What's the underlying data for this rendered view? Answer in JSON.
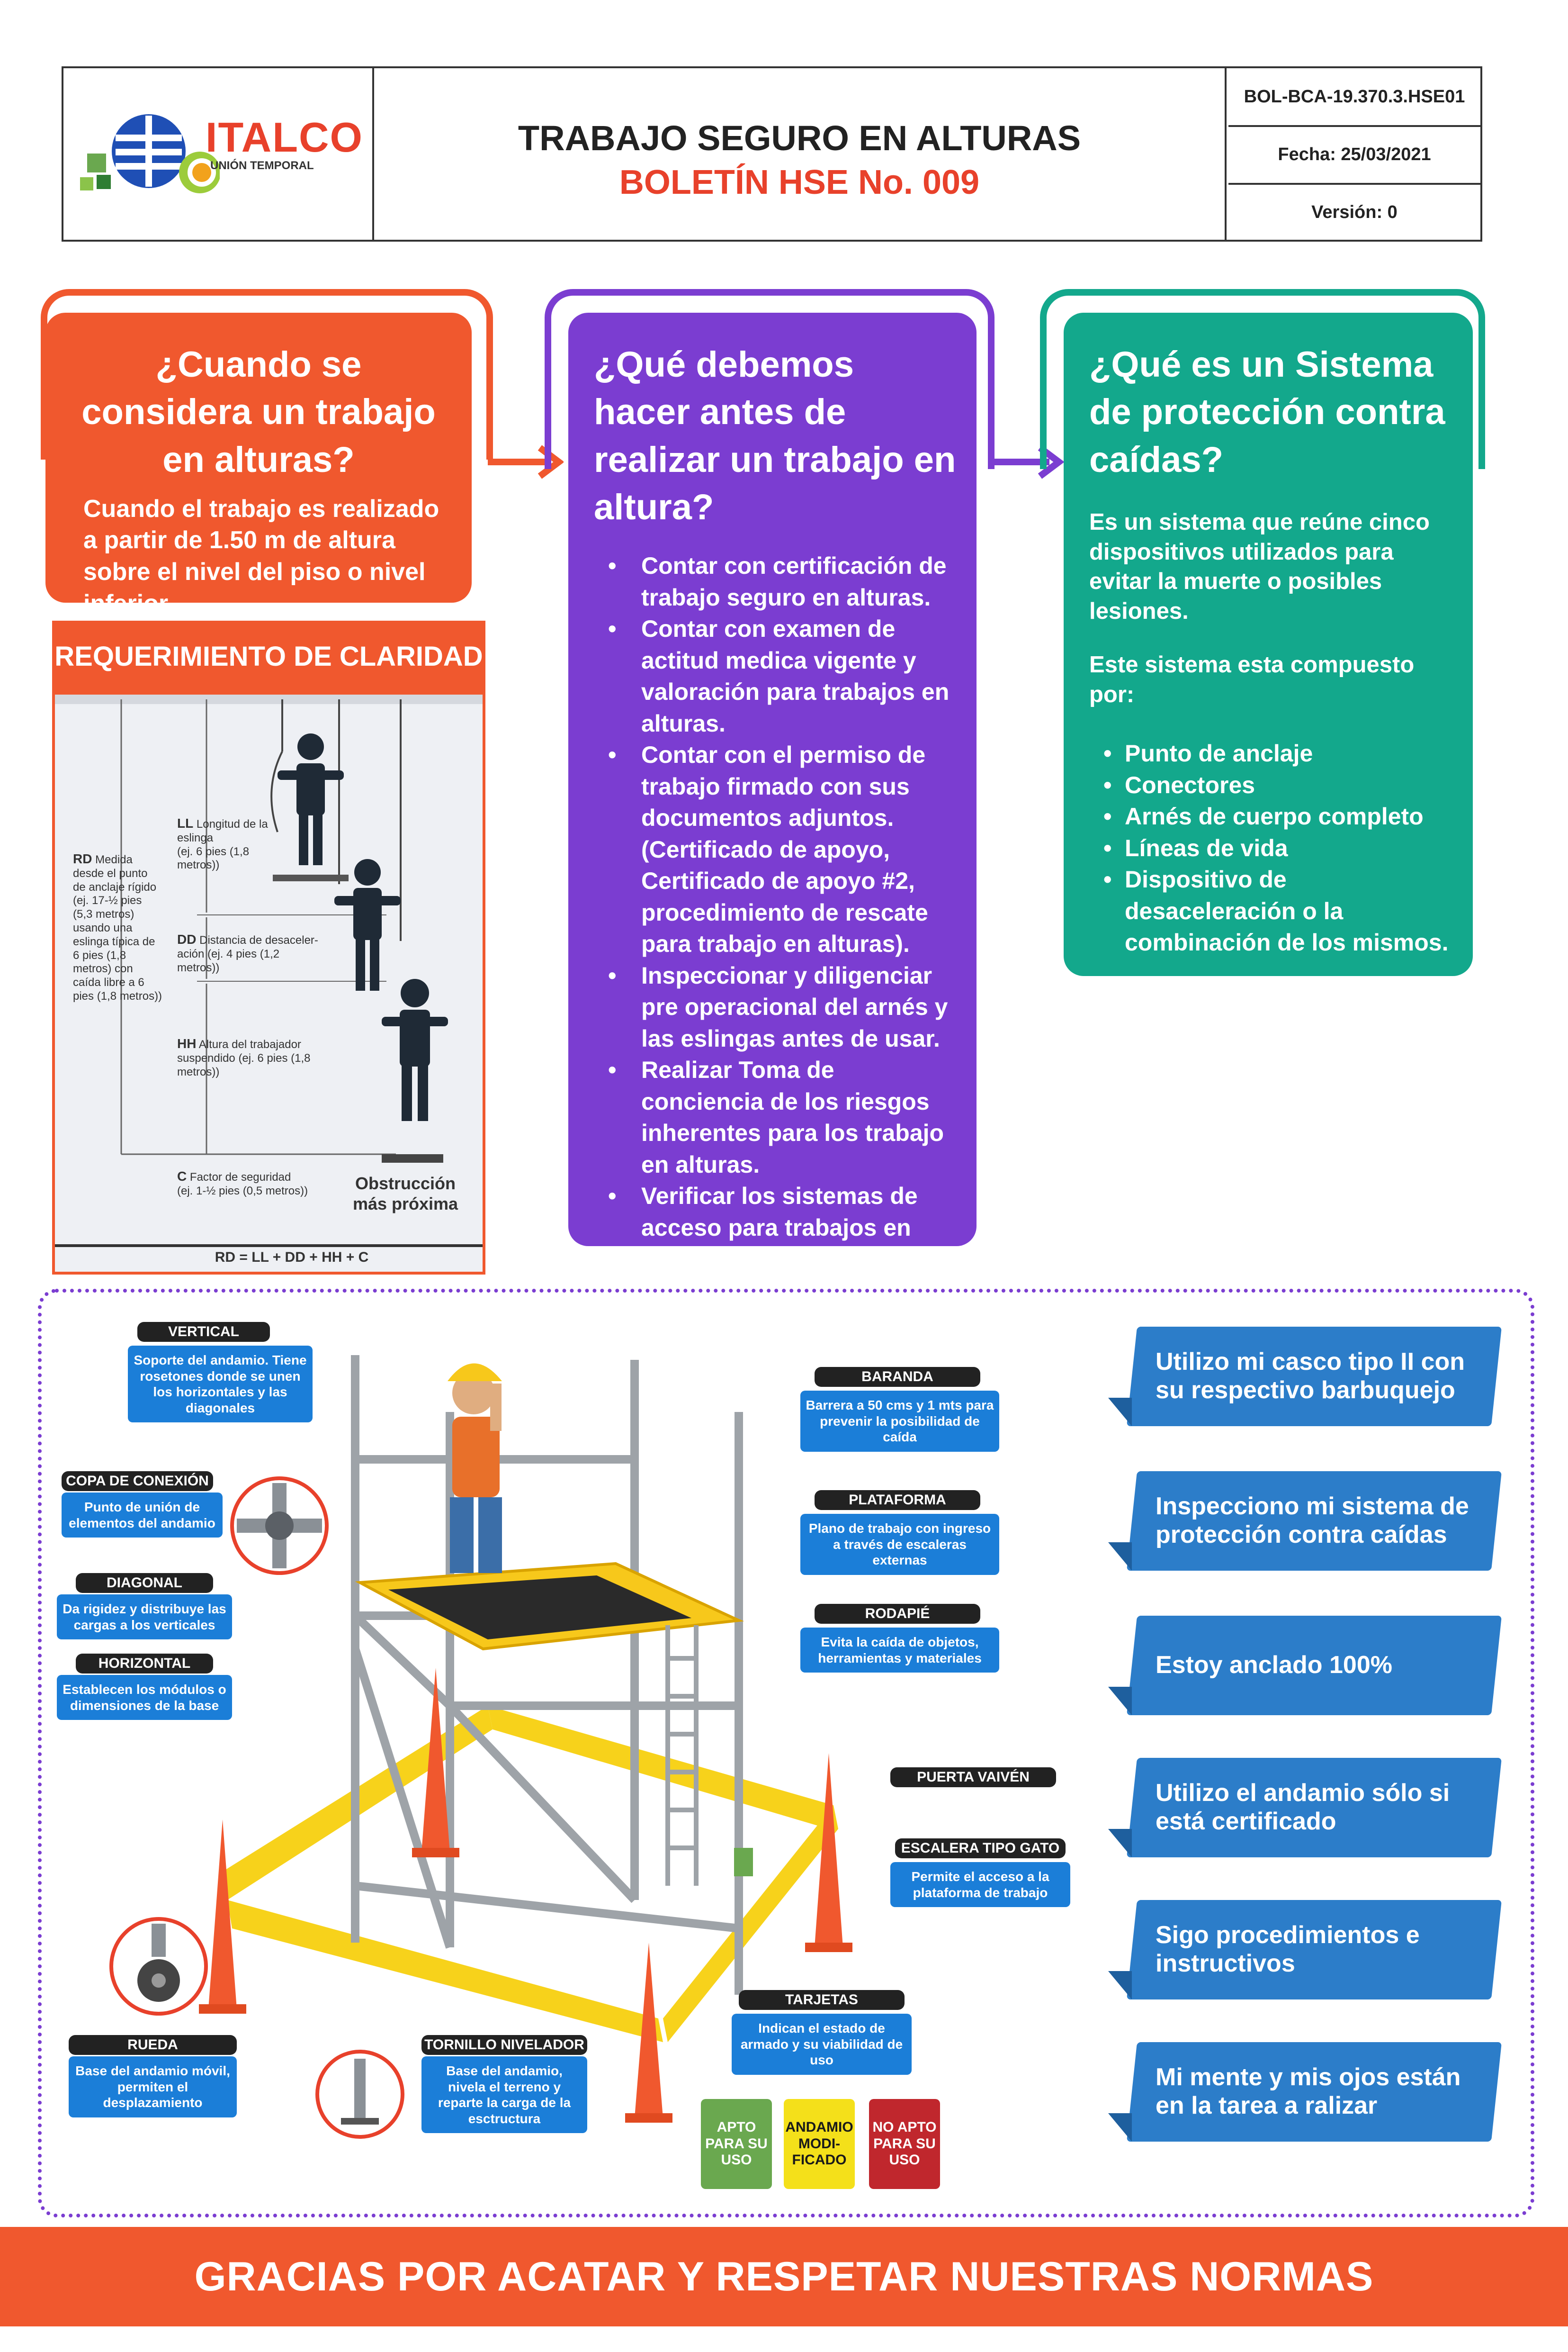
{
  "header": {
    "logo_name": "ITALCO",
    "logo_sub": "UNIÓN TEMPORAL",
    "title": "TRABAJO SEGURO EN ALTURAS",
    "bulletin": "BOLETÍN HSE No. 009",
    "code": "BOL-BCA-19.370.3.HSE01",
    "date": "Fecha: 25/03/2021",
    "version": "Versión: 0"
  },
  "card1": {
    "title": "¿Cuando se considera un trabajo en alturas?",
    "body": "Cuando el trabajo es realizado a partir de 1.50 m de altura sobre  el nivel del piso o nivel inferior."
  },
  "card2": {
    "title": "¿Qué debemos hacer antes de realizar un trabajo en altura?",
    "items": [
      "Contar con certificación de trabajo seguro en alturas.",
      "Contar con examen de actitud medica  vigente y valoración para trabajos en alturas.",
      "Contar con el permiso de trabajo firmado con sus documentos adjuntos. (Certificado de apoyo, Certificado de apoyo #2, procedimiento de rescate para trabajo en alturas).",
      "Inspeccionar  y diligenciar pre operacional del   arnés y las eslingas antes de usar.",
      "Realizar Toma de conciencia de los riesgos inherentes para los trabajo en alturas.",
      "Verificar los sistemas de acceso para trabajos en alturas, que estos se encuentren certificados"
    ]
  },
  "card3": {
    "title": "¿Qué es un Sistema de protección contra caídas?",
    "intro": "Es un sistema que reúne cinco dispositivos utilizados para evitar la muerte o posibles lesiones.",
    "intro2": "Este sistema esta compuesto por:",
    "items": [
      "Punto de anclaje",
      "Conectores",
      "Arnés de cuerpo completo",
      "Líneas de vida",
      "Dispositivo de desaceleración o la combinación de los mismos."
    ]
  },
  "clearance": {
    "heading": "REQUERIMIENTO DE CLARIDAD",
    "ll_code": "LL",
    "ll_text": "Longitud de la eslinga",
    "ll_example": "(ej. 6 pies (1,8 metros))",
    "rd_code": "RD",
    "rd_text": "Medida desde el punto de anclaje rígido",
    "rd_example": "(ej. 17-½ pies (5,3 metros) usando una eslinga típica de 6 pies (1,8 metros) con caída libre a 6 pies (1,8 metros))",
    "dd_code": "DD",
    "dd_text": "Distancia de desaceler- ación",
    "dd_example": "(ej. 4 pies (1,2 metros))",
    "hh_code": "HH",
    "hh_text": "Altura del trabajador suspendido",
    "hh_example": "(ej. 6 pies (1,8 metros))",
    "c_code": "C",
    "c_text": "Factor de seguridad",
    "c_example": "(ej. 1-½ pies (0,5 metros))",
    "obstruction": "Obstrucción más próxima",
    "formula": "RD = LL + DD + HH + C"
  },
  "components": {
    "vertical": {
      "tag": "VERTICAL",
      "text": "Soporte del andamio. Tiene rosetones donde se unen los horizontales y las diagonales"
    },
    "copa": {
      "tag": "COPA DE CONEXIÓN",
      "text": "Punto de unión de elementos del andamio"
    },
    "diagonal": {
      "tag": "DIAGONAL",
      "text": "Da rigidez y distribuye las cargas a los verticales"
    },
    "horizontal": {
      "tag": "HORIZONTAL",
      "text": "Establecen los módulos o dimensiones de la base"
    },
    "rueda": {
      "tag": "RUEDA",
      "text": "Base del andamio móvil, permiten el desplazamiento"
    },
    "tornillo": {
      "tag": "TORNILLO NIVELADOR",
      "text": "Base del andamio, nivela el terreno y reparte la carga de la esctructura"
    },
    "baranda": {
      "tag": "BARANDA",
      "text": "Barrera a 50 cms y 1 mts para prevenir la posibilidad de caída"
    },
    "plataforma": {
      "tag": "PLATAFORMA",
      "text": "Plano de trabajo con ingreso a través de escaleras externas"
    },
    "rodapie": {
      "tag": "RODAPIÉ",
      "text": "Evita la caída de objetos, herramientas y materiales"
    },
    "puerta": {
      "tag": "PUERTA VAIVÉN"
    },
    "escalera": {
      "tag": "ESCALERA TIPO GATO",
      "text": "Permite el acceso a la plataforma de trabajo"
    },
    "tarjetas": {
      "tag": "TARJETAS",
      "text": "Indican el estado de armado y su viabilidad de uso"
    }
  },
  "status_cards": {
    "apto": "APTO PARA SU USO",
    "modificado": "ANDAMIO MODI- FICADO",
    "no_apto": "NO APTO PARA SU USO",
    "colors": {
      "apto": "#6aa84f",
      "modificado": "#f4e01a",
      "no_apto": "#c0272d"
    }
  },
  "banners": [
    "Utilizo mi casco tipo II con su respectivo barbuquejo",
    "Inspecciono mi sistema de protección contra caídas",
    "Estoy anclado 100%",
    "Utilizo el andamio sólo si está certificado",
    "Sigo procedimientos e instructivos",
    "Mi mente y mis ojos están en la tarea a ralizar"
  ],
  "footer": "GRACIAS POR ACATAR Y RESPETAR NUESTRAS NORMAS",
  "colors": {
    "orange": "#f0582e",
    "purple": "#7b3dd1",
    "teal": "#13a88c",
    "blue": "#2c7dc9",
    "red": "#e8412b"
  }
}
